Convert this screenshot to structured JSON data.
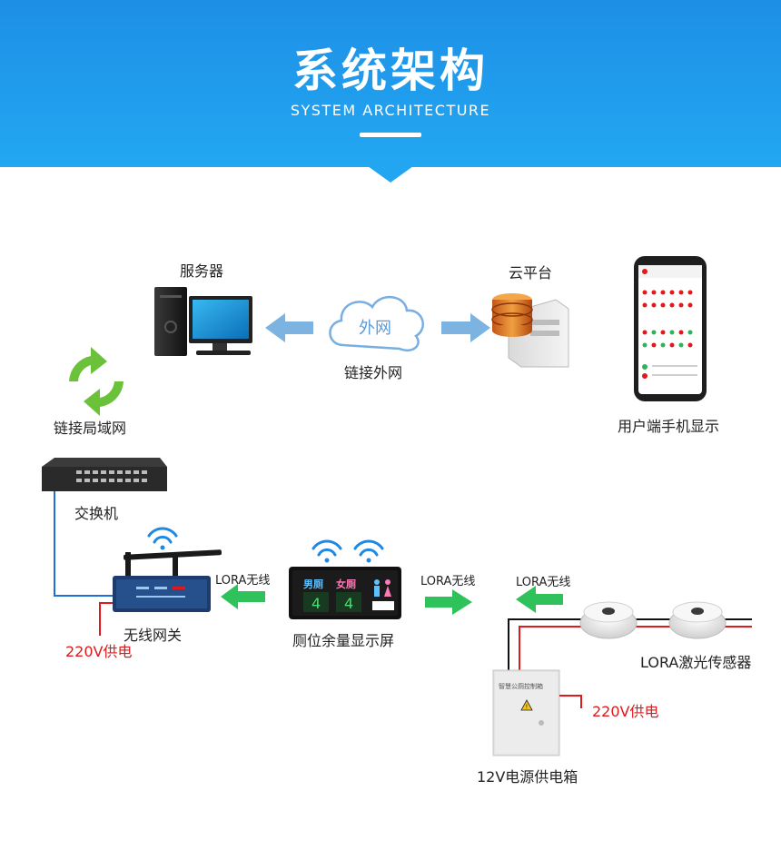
{
  "header": {
    "title": "系统架构",
    "subtitle": "SYSTEM ARCHITECTURE"
  },
  "nodes": {
    "server": "服务器",
    "cloud_platform": "云平台",
    "external_network": "外网",
    "link_external": "链接外网",
    "link_lan": "链接局域网",
    "switch": "交换机",
    "gateway": "无线网关",
    "display_screen": "厕位余量显示屏",
    "sensor": "LORA激光传感器",
    "power_box": "12V电源供电箱",
    "mobile_display": "用户端手机显示"
  },
  "connections": {
    "lora_1": "LORA无线",
    "lora_2": "LORA无线",
    "lora_3": "LORA无线",
    "power_1": "220V供电",
    "power_2": "220V供电"
  },
  "display_panel": {
    "male": "男厕",
    "female": "女厕",
    "male_count": "4",
    "female_count": "4"
  },
  "power_box_panel": {
    "title": "智慧公厕控制箱"
  },
  "colors": {
    "banner": "#1d8fe6",
    "arrow_blue": "#7db3e0",
    "arrow_green": "#2fc25b",
    "line_blue": "#1f6fd8",
    "line_red": "#e0191c"
  }
}
